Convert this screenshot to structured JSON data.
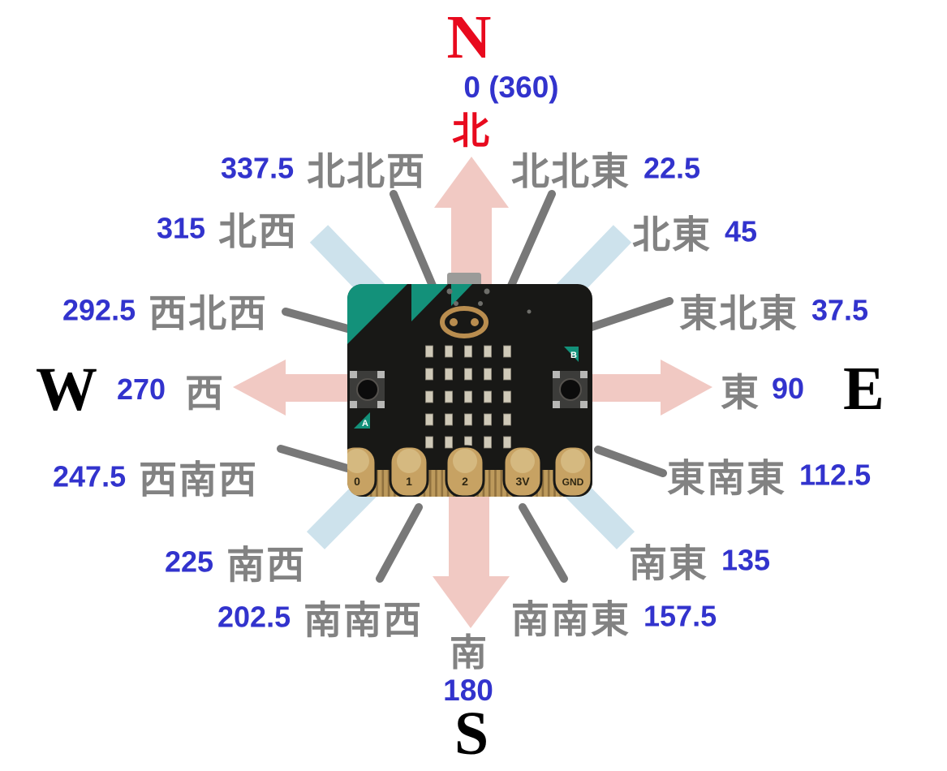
{
  "title": "micro:bit compass headings diagram (Japanese 16-point compass)",
  "colors": {
    "north_red": "#e80a1e",
    "degree_blue": "#3233cd",
    "label_gray": "#828282",
    "cardinal_black": "#000000",
    "arrow_pink": "#f1c9c3",
    "arrow_lightblue": "#cde2ec",
    "leader_line_gray": "#787878",
    "board_black": "#181816",
    "board_teal": "#13917a",
    "connector_gold": "#bd9a5c"
  },
  "cardinals": {
    "north": {
      "letter": "N",
      "degrees": "0 (360)",
      "kanji": "北"
    },
    "east": {
      "letter": "E",
      "degrees": "90",
      "kanji": "東"
    },
    "south": {
      "letter": "S",
      "degrees": "180",
      "kanji": "南"
    },
    "west": {
      "letter": "W",
      "degrees": "270",
      "kanji": "西"
    }
  },
  "directions": [
    {
      "id": "nne",
      "kanji": "北北東",
      "degrees": "22.5"
    },
    {
      "id": "ne",
      "kanji": "北東",
      "degrees": "45"
    },
    {
      "id": "ene",
      "kanji": "東北東",
      "degrees": "37.5"
    },
    {
      "id": "ese",
      "kanji": "東南東",
      "degrees": "112.5"
    },
    {
      "id": "se",
      "kanji": "南東",
      "degrees": "135"
    },
    {
      "id": "sse",
      "kanji": "南南東",
      "degrees": "157.5"
    },
    {
      "id": "ssw",
      "kanji": "南南西",
      "degrees": "202.5"
    },
    {
      "id": "sw",
      "kanji": "南西",
      "degrees": "225"
    },
    {
      "id": "wsw",
      "kanji": "西南西",
      "degrees": "247.5"
    },
    {
      "id": "wnw",
      "kanji": "西北西",
      "degrees": "292.5"
    },
    {
      "id": "nw",
      "kanji": "北西",
      "degrees": "315"
    },
    {
      "id": "nnw",
      "kanji": "北北西",
      "degrees": "337.5"
    }
  ],
  "microbit": {
    "pins": [
      "0",
      "1",
      "2",
      "3V",
      "GND"
    ],
    "button_a": "A",
    "button_b": "B"
  }
}
